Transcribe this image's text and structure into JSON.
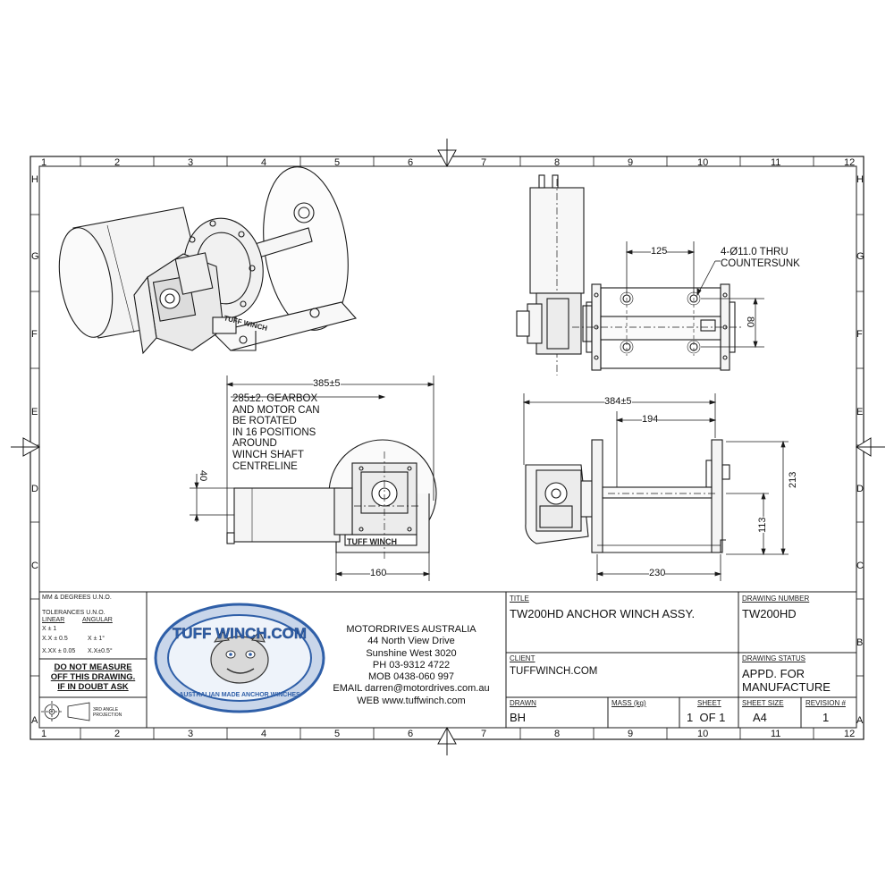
{
  "zones": {
    "columns": [
      "1",
      "2",
      "3",
      "4",
      "5",
      "6",
      "7",
      "8",
      "9",
      "10",
      "11",
      "12"
    ],
    "rows": [
      "H",
      "G",
      "F",
      "E",
      "D",
      "C",
      "B",
      "A"
    ]
  },
  "notes": {
    "rotation_note": "285±2. GEARBOX\nAND MOTOR CAN\nBE ROTATED\nIN 16 POSITIONS\nAROUND\nWINCH SHAFT\nCENTRELINE",
    "hole_note": "4-Ø11.0 THRU\nCOUNTERSUNK"
  },
  "dimensions": {
    "overall_length_side": "385±5",
    "motor_offset": "40",
    "base_width": "160",
    "bolt_spacing_x": "125",
    "bolt_spacing_y": "80",
    "overall_length_front": "384±5",
    "drum_length": "194",
    "overall_height": "213",
    "shaft_height": "113",
    "base_length": "230"
  },
  "tolerances": {
    "header": "MM & DEGREES U.N.O.",
    "subheader": "TOLERANCES U.N.O.",
    "linear_label": "LINEAR",
    "angular_label": "ANGULAR",
    "linear_values": [
      "X ± 1",
      "X.X ± 0.5",
      "X.XX ± 0.05"
    ],
    "angular_values": [
      "X ± 1°",
      "X.X±0.5°"
    ],
    "warning": "DO NOT MEASURE\nOFF THIS DRAWING.\nIF IN DOUBT ASK",
    "projection": "3RD ANGLE\nPROJECTION"
  },
  "logo": {
    "brand": "TUFF WINCH.COM",
    "tagline": "AUSTRALIAN MADE ANCHOR WINCHES"
  },
  "company": {
    "name": "MOTORDRIVES AUSTRALIA",
    "street": "44 North View Drive",
    "suburb": "Sunshine West 3020",
    "phone": "PH 03-9312 4722",
    "mobile": "MOB 0438-060 997",
    "email": "EMAIL darren@motordrives.com.au",
    "web": "WEB www.tuffwinch.com"
  },
  "title_block": {
    "title_label": "TITLE",
    "title": "TW200HD ANCHOR WINCH ASSY.",
    "drawing_number_label": "DRAWING NUMBER",
    "drawing_number": "TW200HD",
    "client_label": "CLIENT",
    "client": "TUFFWINCH.COM",
    "status_label": "DRAWING STATUS",
    "status": "APPD. FOR\nMANUFACTURE",
    "drawn_label": "DRAWN",
    "drawn": "BH",
    "mass_label": "MASS (kg)",
    "mass": "",
    "sheet_label": "SHEET",
    "sheet": "1  OF 1",
    "sheet_size_label": "SHEET SIZE",
    "sheet_size": "A4",
    "revision_label": "REVISION #",
    "revision": "1"
  },
  "iso_labels": {
    "brand_plate": "TUFF WINCH"
  },
  "colors": {
    "line": "#1a1a1a",
    "logo_blue": "#2f5fa8",
    "logo_rim": "#c9d6ea"
  }
}
